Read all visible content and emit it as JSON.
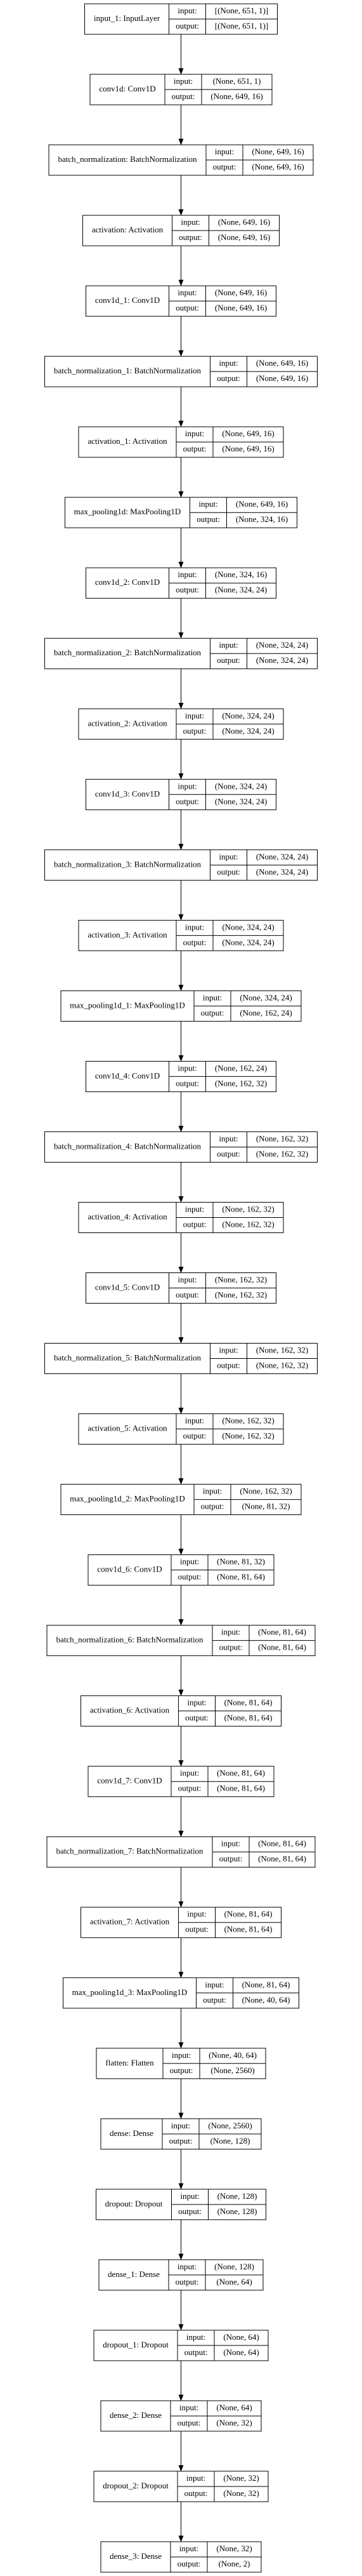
{
  "diagram": {
    "labels": {
      "input": "input:",
      "output": "output:"
    },
    "layers": [
      {
        "name": "input_1: InputLayer",
        "input": "[(None, 651, 1)]",
        "output": "[(None, 651, 1)]"
      },
      {
        "name": "conv1d: Conv1D",
        "input": "(None, 651, 1)",
        "output": "(None, 649, 16)"
      },
      {
        "name": "batch_normalization: BatchNormalization",
        "input": "(None, 649, 16)",
        "output": "(None, 649, 16)"
      },
      {
        "name": "activation: Activation",
        "input": "(None, 649, 16)",
        "output": "(None, 649, 16)"
      },
      {
        "name": "conv1d_1: Conv1D",
        "input": "(None, 649, 16)",
        "output": "(None, 649, 16)"
      },
      {
        "name": "batch_normalization_1: BatchNormalization",
        "input": "(None, 649, 16)",
        "output": "(None, 649, 16)"
      },
      {
        "name": "activation_1: Activation",
        "input": "(None, 649, 16)",
        "output": "(None, 649, 16)"
      },
      {
        "name": "max_pooling1d: MaxPooling1D",
        "input": "(None, 649, 16)",
        "output": "(None, 324, 16)"
      },
      {
        "name": "conv1d_2: Conv1D",
        "input": "(None, 324, 16)",
        "output": "(None, 324, 24)"
      },
      {
        "name": "batch_normalization_2: BatchNormalization",
        "input": "(None, 324, 24)",
        "output": "(None, 324, 24)"
      },
      {
        "name": "activation_2: Activation",
        "input": "(None, 324, 24)",
        "output": "(None, 324, 24)"
      },
      {
        "name": "conv1d_3: Conv1D",
        "input": "(None, 324, 24)",
        "output": "(None, 324, 24)"
      },
      {
        "name": "batch_normalization_3: BatchNormalization",
        "input": "(None, 324, 24)",
        "output": "(None, 324, 24)"
      },
      {
        "name": "activation_3: Activation",
        "input": "(None, 324, 24)",
        "output": "(None, 324, 24)"
      },
      {
        "name": "max_pooling1d_1: MaxPooling1D",
        "input": "(None, 324, 24)",
        "output": "(None, 162, 24)"
      },
      {
        "name": "conv1d_4: Conv1D",
        "input": "(None, 162, 24)",
        "output": "(None, 162, 32)"
      },
      {
        "name": "batch_normalization_4: BatchNormalization",
        "input": "(None, 162, 32)",
        "output": "(None, 162, 32)"
      },
      {
        "name": "activation_4: Activation",
        "input": "(None, 162, 32)",
        "output": "(None, 162, 32)"
      },
      {
        "name": "conv1d_5: Conv1D",
        "input": "(None, 162, 32)",
        "output": "(None, 162, 32)"
      },
      {
        "name": "batch_normalization_5: BatchNormalization",
        "input": "(None, 162, 32)",
        "output": "(None, 162, 32)"
      },
      {
        "name": "activation_5: Activation",
        "input": "(None, 162, 32)",
        "output": "(None, 162, 32)"
      },
      {
        "name": "max_pooling1d_2: MaxPooling1D",
        "input": "(None, 162, 32)",
        "output": "(None, 81, 32)"
      },
      {
        "name": "conv1d_6: Conv1D",
        "input": "(None, 81, 32)",
        "output": "(None, 81, 64)"
      },
      {
        "name": "batch_normalization_6: BatchNormalization",
        "input": "(None, 81, 64)",
        "output": "(None, 81, 64)"
      },
      {
        "name": "activation_6: Activation",
        "input": "(None, 81, 64)",
        "output": "(None, 81, 64)"
      },
      {
        "name": "conv1d_7: Conv1D",
        "input": "(None, 81, 64)",
        "output": "(None, 81, 64)"
      },
      {
        "name": "batch_normalization_7: BatchNormalization",
        "input": "(None, 81, 64)",
        "output": "(None, 81, 64)"
      },
      {
        "name": "activation_7: Activation",
        "input": "(None, 81, 64)",
        "output": "(None, 81, 64)"
      },
      {
        "name": "max_pooling1d_3: MaxPooling1D",
        "input": "(None, 81, 64)",
        "output": "(None, 40, 64)"
      },
      {
        "name": "flatten: Flatten",
        "input": "(None, 40, 64)",
        "output": "(None, 2560)"
      },
      {
        "name": "dense: Dense",
        "input": "(None, 2560)",
        "output": "(None, 128)"
      },
      {
        "name": "dropout: Dropout",
        "input": "(None, 128)",
        "output": "(None, 128)"
      },
      {
        "name": "dense_1: Dense",
        "input": "(None, 128)",
        "output": "(None, 64)"
      },
      {
        "name": "dropout_1: Dropout",
        "input": "(None, 64)",
        "output": "(None, 64)"
      },
      {
        "name": "dense_2: Dense",
        "input": "(None, 64)",
        "output": "(None, 32)"
      },
      {
        "name": "dropout_2: Dropout",
        "input": "(None, 32)",
        "output": "(None, 32)"
      },
      {
        "name": "dense_3: Dense",
        "input": "(None, 32)",
        "output": "(None, 2)"
      }
    ]
  }
}
